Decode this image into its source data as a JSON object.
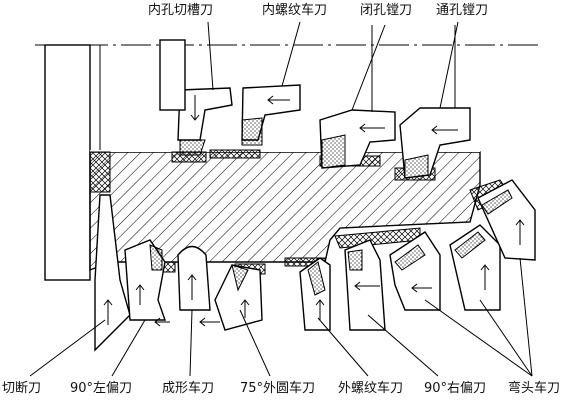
{
  "diagram": {
    "labels_top": [
      {
        "id": "inner-groove",
        "text": "内孔切槽刀"
      },
      {
        "id": "inner-thread",
        "text": "内螺纹车刀"
      },
      {
        "id": "blind-bore",
        "text": "闭孔镗刀"
      },
      {
        "id": "through-bore",
        "text": "通孔镗刀"
      }
    ],
    "labels_bottom": [
      {
        "id": "cutoff",
        "text": "切断刀"
      },
      {
        "id": "left-90",
        "text": "90°左偏刀"
      },
      {
        "id": "forming",
        "text": "成形车刀"
      },
      {
        "id": "round-75",
        "text": "75°外圆车刀"
      },
      {
        "id": "outer-thread",
        "text": "外螺纹车刀"
      },
      {
        "id": "right-90",
        "text": "90°右偏刀"
      },
      {
        "id": "bent-head",
        "text": "弯头车刀"
      }
    ]
  },
  "colors": {
    "line": "#000000",
    "background": "#ffffff",
    "text": "#111111"
  }
}
